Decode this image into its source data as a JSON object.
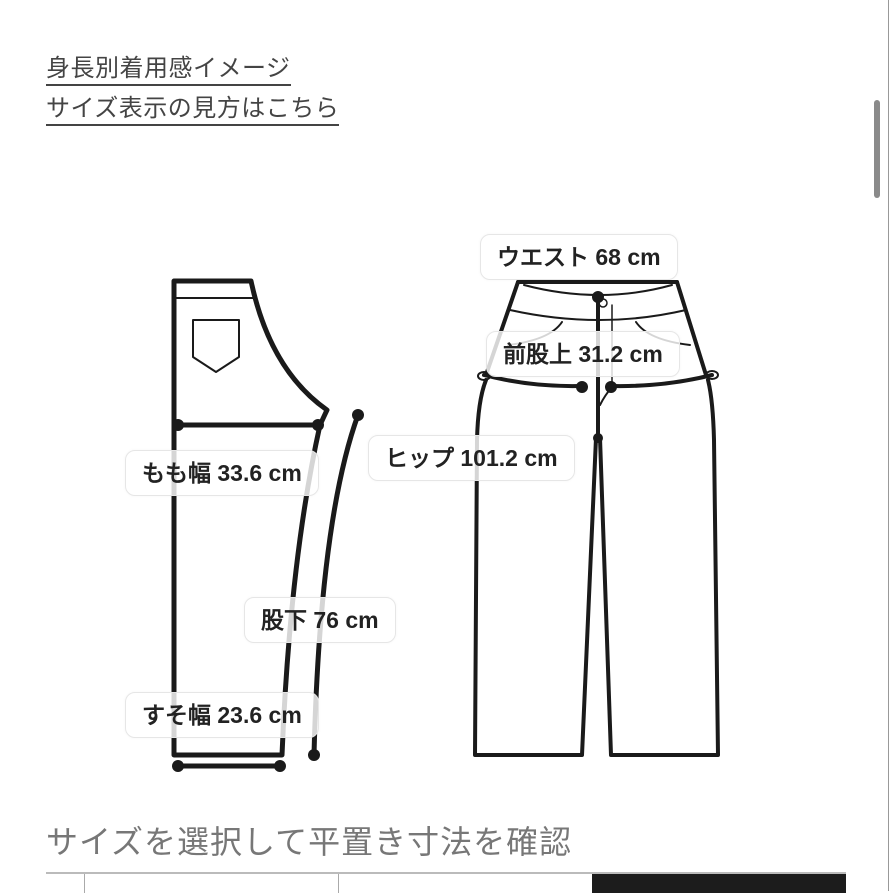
{
  "links": {
    "fit_by_height": "身長別着用感イメージ",
    "size_guide": "サイズ表示の見方はこちら"
  },
  "measurements": {
    "waist": {
      "label": "ウエスト",
      "value": "68 cm"
    },
    "front_rise": {
      "label": "前股上",
      "value": "31.2 cm"
    },
    "hip": {
      "label": "ヒップ",
      "value": "101.2 cm"
    },
    "thigh_width": {
      "label": "もも幅",
      "value": "33.6 cm"
    },
    "inseam": {
      "label": "股下",
      "value": "76 cm"
    },
    "hem_width": {
      "label": "すそ幅",
      "value": "23.6 cm"
    }
  },
  "size_section": {
    "title": "サイズを選択して平置き寸法を確認",
    "tabs": [
      {
        "label": "",
        "active": false
      },
      {
        "label": "",
        "active": false
      },
      {
        "label": "",
        "active": false
      },
      {
        "label": "",
        "active": true
      }
    ]
  },
  "colors": {
    "line": "#1a1a1a",
    "active_tab": "#1c1c1c",
    "title_gray": "#777777"
  }
}
